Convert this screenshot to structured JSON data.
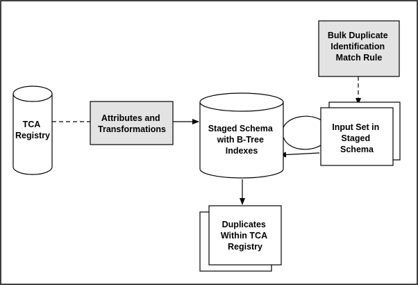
{
  "colors": {
    "frame": "#000000",
    "fill_white": "#ffffff",
    "fill_gray": "#e3e3e3"
  },
  "nodes": {
    "tca_registry": {
      "shape": "cylinder",
      "lines": [
        "TCA",
        "Registry"
      ]
    },
    "attributes_transformations": {
      "shape": "box",
      "lines": [
        "Attributes and",
        "Transformations"
      ]
    },
    "staged_schema": {
      "shape": "cylinder",
      "lines": [
        "Staged Schema",
        "with B-Tree",
        "Indexes"
      ]
    },
    "bulk_rule": {
      "shape": "box",
      "lines": [
        "Bulk Duplicate",
        "Identification",
        "Match Rule"
      ]
    },
    "input_set": {
      "shape": "stacked-document",
      "lines": [
        "Input Set in",
        "Staged",
        "Schema"
      ]
    },
    "duplicates": {
      "shape": "stacked-document",
      "lines": [
        "Duplicates",
        "Within TCA",
        "Registry"
      ]
    }
  },
  "edges": [
    {
      "from": "tca_registry",
      "to": "attributes_transformations",
      "style": "dashed",
      "arrow": false
    },
    {
      "from": "attributes_transformations",
      "to": "staged_schema",
      "style": "solid",
      "arrow": true
    },
    {
      "from": "bulk_rule",
      "to": "input_set",
      "style": "dashed",
      "arrow": true
    },
    {
      "from": "input_set",
      "to": "staged_schema",
      "style": "solid",
      "arrow": true,
      "shape": "loop"
    },
    {
      "from": "staged_schema",
      "to": "duplicates",
      "style": "solid",
      "arrow": true
    }
  ]
}
